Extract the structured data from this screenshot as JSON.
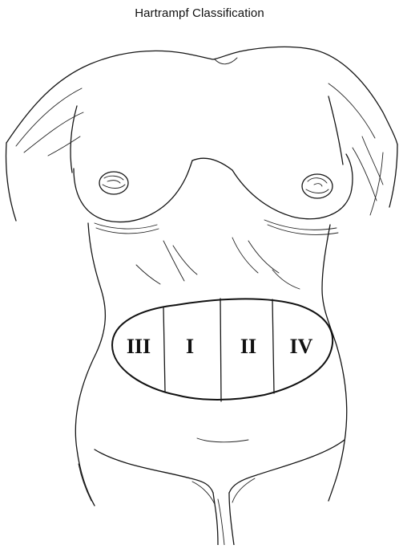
{
  "figure": {
    "title": "Hartrampf Classification",
    "zones": [
      {
        "id": "zone-iii",
        "label": "III"
      },
      {
        "id": "zone-i",
        "label": "I"
      },
      {
        "id": "zone-ii",
        "label": "II"
      },
      {
        "id": "zone-iv",
        "label": "IV"
      }
    ]
  },
  "colors": {
    "ink": "#151515",
    "background": "#ffffff"
  }
}
